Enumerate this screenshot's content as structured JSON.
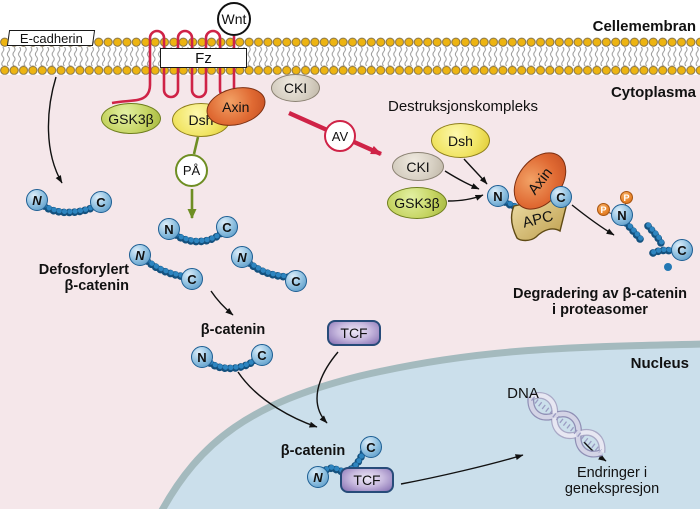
{
  "regions": {
    "membrane_label": "Cellemembran",
    "cytoplasm_label": "Cytoplasma",
    "nucleus_label": "Nucleus"
  },
  "membrane": {
    "wnt": "Wnt",
    "fz": "Fz",
    "e_cadherin": "E-cadherin"
  },
  "receptor_complex": {
    "gsk3b": "GSK3β",
    "dsh": "Dsh",
    "axin": "Axin",
    "cki": "CKI"
  },
  "switches": {
    "on": "PÅ",
    "off": "AV"
  },
  "destruction_complex": {
    "title": "Destruksjonskompleks",
    "dsh": "Dsh",
    "cki": "CKI",
    "gsk3b": "GSK3β",
    "axin": "Axin",
    "apc": "APC"
  },
  "beta_catenin": {
    "n": "N",
    "c": "C",
    "phosphate": "P",
    "defosforylert_line1": "Defosforylert",
    "defosforylert_line2": "β-catenin",
    "label": "β-catenin"
  },
  "degradation": {
    "line1": "Degradering av β-catenin",
    "line2": "i proteasomer"
  },
  "nucleus_content": {
    "tcf": "TCF",
    "dna": "DNA",
    "beta_catenin": "β-catenin",
    "outcome_line1": "Endringer i",
    "outcome_line2": "genekspresjon"
  },
  "colors": {
    "cytoplasm_pink": "#f5e7ea",
    "nucleus_fill": "#cbdfeb",
    "nucleus_rim": "#a4babe",
    "membrane_gold": "#edb411",
    "pathway_red": "#cf2347",
    "pathway_green": "#6e8e23",
    "bead_blue": "#1f6fae",
    "phosphate_orange": "#e8842b",
    "tcf_purple": "#9a86c0",
    "apc_tan": "#d5b96e"
  }
}
